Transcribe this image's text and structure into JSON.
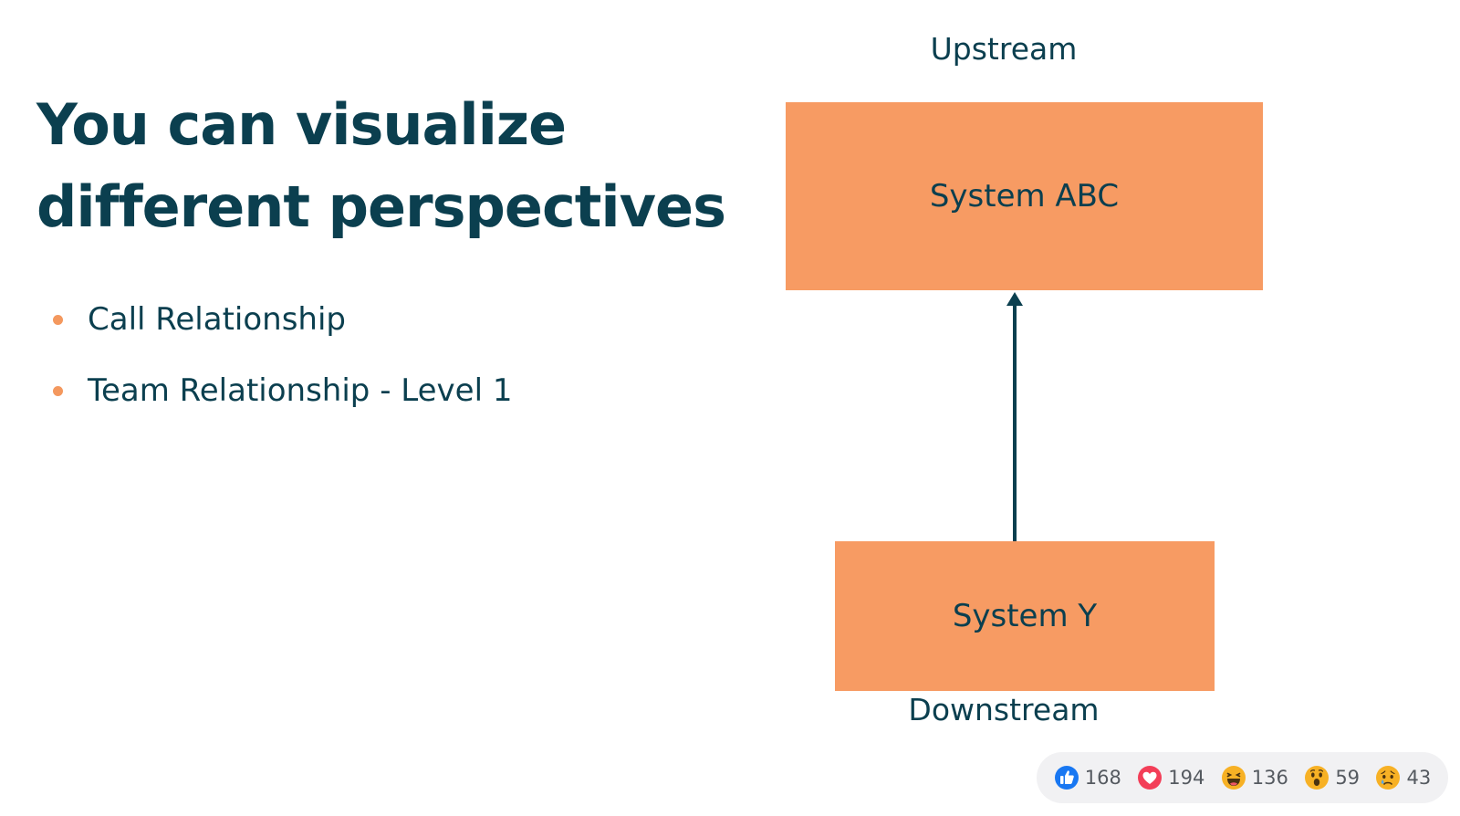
{
  "slide": {
    "title_line1": "You can visualize",
    "title_line2": "different perspectives"
  },
  "bullets": [
    {
      "text": "Call Relationship"
    },
    {
      "text": "Team Relationship - Level 1"
    }
  ],
  "diagram": {
    "top_label": "Upstream",
    "bottom_label": "Downstream",
    "upstream_box": "System ABC",
    "downstream_box": "System Y",
    "arrow_direction": "up"
  },
  "reactions": [
    {
      "icon": "like-icon",
      "count": "168"
    },
    {
      "icon": "love-icon",
      "count": "194"
    },
    {
      "icon": "haha-icon",
      "count": "136"
    },
    {
      "icon": "wow-icon",
      "count": "59"
    },
    {
      "icon": "sad-icon",
      "count": "43"
    }
  ],
  "colors": {
    "text": "#0b3f4f",
    "box_fill": "#f79b63",
    "bullet": "#f4985e",
    "like": "#1877f2",
    "love": "#f33e58",
    "emoji": "#f7b125"
  }
}
